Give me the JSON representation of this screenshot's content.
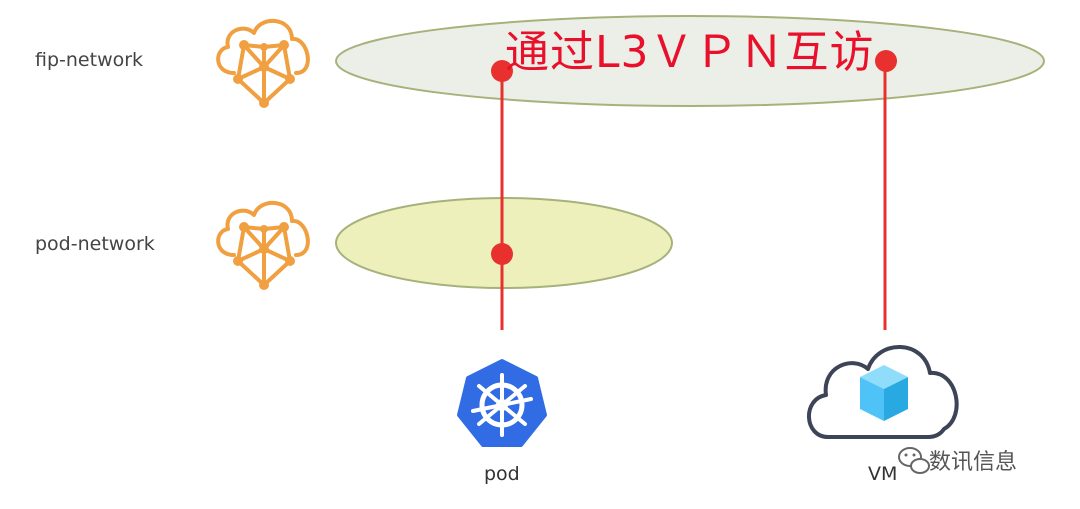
{
  "title": "通过L3ＶＰＮ互访",
  "networks": [
    {
      "label": "fip-network",
      "icon": "cloud-network-icon"
    },
    {
      "label": "pod-network",
      "icon": "cloud-network-icon"
    }
  ],
  "nodes": [
    {
      "label": "pod",
      "icon": "kubernetes-icon"
    },
    {
      "label": "VM",
      "icon": "cloud-vm-icon"
    }
  ],
  "watermark": {
    "text": "数讯信息",
    "icon": "wechat-icon"
  },
  "colors": {
    "accent_red": "#e8312f",
    "title_red": "#e8102a",
    "network_icon": "#f0a040",
    "fip_fill": "#eceee8",
    "pod_fill": "#eef0bc",
    "ellipse_stroke": "#a6b27a",
    "kubernetes_blue": "#326ce5",
    "vm_cloud_stroke": "#3d4457",
    "vm_cube": "#4fc3f7"
  }
}
